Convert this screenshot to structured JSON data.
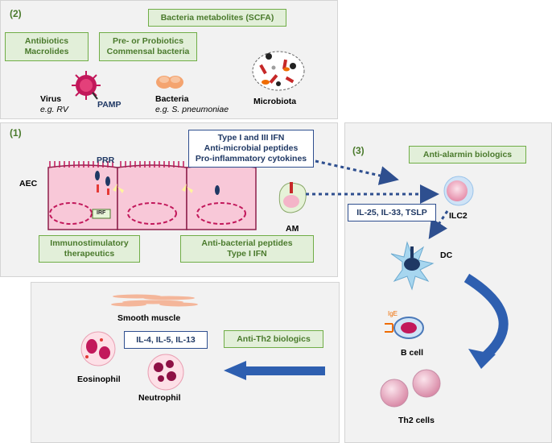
{
  "panel2": {
    "number": "(2)",
    "metabolites": "Bacteria metabolites (SCFA)",
    "antibiotics_line1": "Antibiotics",
    "antibiotics_line2": "Macrolides",
    "probiotics_line1": "Pre- or Probiotics",
    "probiotics_line2": "Commensal bacteria",
    "virus_label": "Virus",
    "virus_example": "e.g. RV",
    "pamp_label": "PAMP",
    "bacteria_label": "Bacteria",
    "bacteria_example": "e.g. S. pneumoniae",
    "microbiota_label": "Microbiota"
  },
  "panel1": {
    "number": "(1)",
    "ifn_line1": "Type I and III IFN",
    "ifn_line2": "Anti-microbial peptides",
    "ifn_line3": "Pro-inflammatory cytokines",
    "prr_label": "PRR",
    "aec_label": "AEC",
    "irf_label": "IRF",
    "am_label": "AM",
    "immuno_line1": "Immunostimulatory",
    "immuno_line2": "therapeutics",
    "antibact_line1": "Anti-bacterial peptides",
    "antibact_line2": "Type I IFN"
  },
  "panel3": {
    "number": "(3)",
    "anti_alarmin": "Anti-alarmin biologics",
    "il_box": "IL-25, IL-33, TSLP",
    "ilc2_label": "ILC2",
    "dc_label": "DC",
    "ige_label": "IgE",
    "bcell_label": "B cell",
    "th2_label": "Th2 cells"
  },
  "effector": {
    "smooth_muscle": "Smooth muscle",
    "il_box": "IL-4, IL-5, IL-13",
    "eosinophil": "Eosinophil",
    "neutrophil": "Neutrophil",
    "anti_th2": "Anti-Th2 biologics"
  },
  "colors": {
    "panel_bg": "#f2f2f2",
    "green_box_fill": "#e2efd9",
    "green_box_border": "#70ad47",
    "blue_text": "#1f3864",
    "arrow_blue": "#2e5fb0",
    "cell_pink": "#f4b4c8",
    "cell_magenta": "#c2185b"
  }
}
